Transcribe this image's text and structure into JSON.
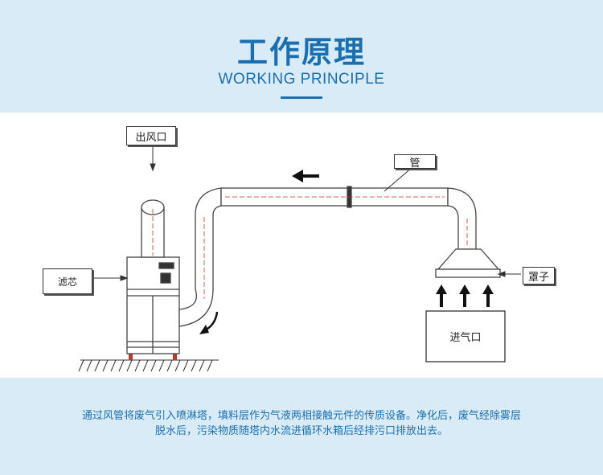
{
  "header": {
    "title": "工作原理",
    "subtitle": "WORKING PRINCIPLE"
  },
  "diagram": {
    "labels": {
      "outlet": "出风口",
      "filter": "滤芯",
      "pipe": "管",
      "hood": "罩子",
      "inlet": "进气口"
    }
  },
  "description": {
    "line1": "通过风管将废气引入喷淋塔，填料层作为气液两相接触元件的传质设备。净化后，废气经除雾层",
    "line2": "脱水后，污染物质随塔内水流进循环水箱后经排污口排放出去。"
  },
  "colors": {
    "accent": "#1a6fb1",
    "background": "#d9ebf7"
  }
}
